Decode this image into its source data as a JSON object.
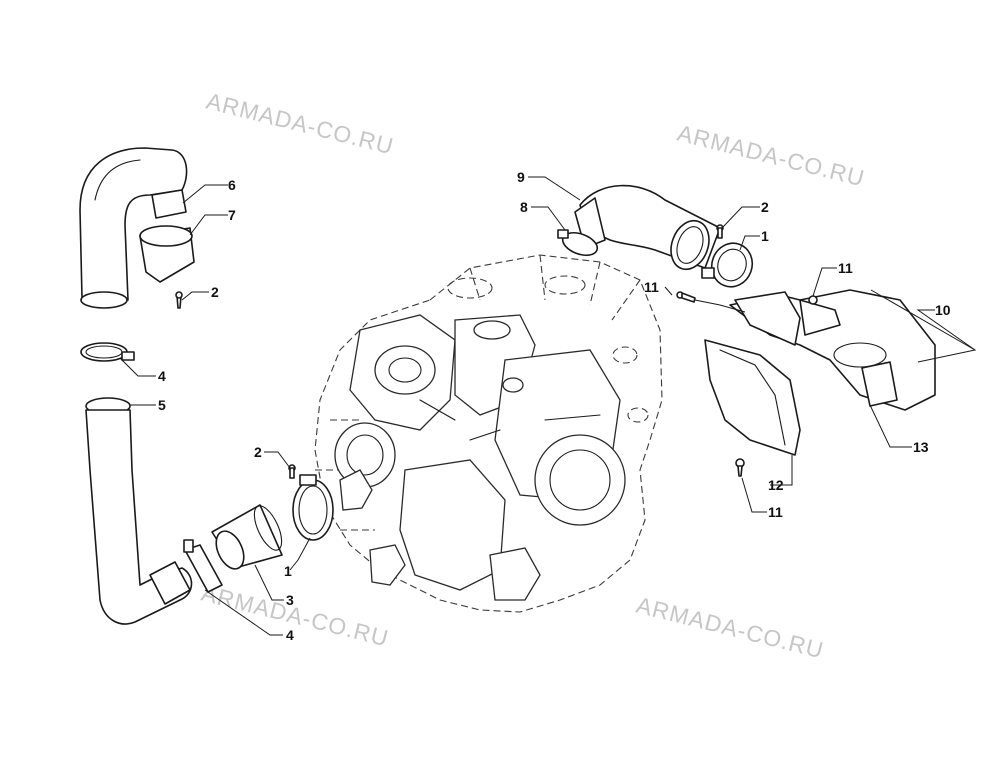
{
  "watermark": "ARMADA-CO.RU",
  "callouts": {
    "c1": "1",
    "c2": "2",
    "c3": "3",
    "c4": "4",
    "c5": "5",
    "c6": "6",
    "c7": "7",
    "c8": "8",
    "c9": "9",
    "c10": "10",
    "c11": "11",
    "c12": "12",
    "c13": "13"
  }
}
